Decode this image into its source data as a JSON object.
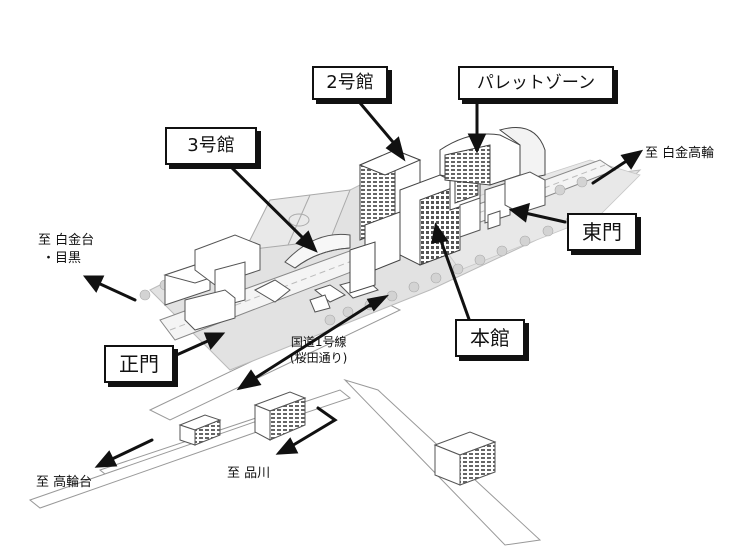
{
  "labels": {
    "bldg3": "3号館",
    "bldg2": "2号館",
    "palette": "パレットゾーン",
    "east_gate": "東門",
    "main_bldg": "本館",
    "main_gate": "正門"
  },
  "road": {
    "line1": "国道1号線",
    "line2": "(桜田通り)"
  },
  "destinations": {
    "shirokanetakanawa": "至 白金高輪",
    "shirokanedai_1": "至 白金台",
    "shirokanedai_2": "・目黒",
    "takanawadai": "至 高輪台",
    "shinagawa": "至 品川"
  }
}
